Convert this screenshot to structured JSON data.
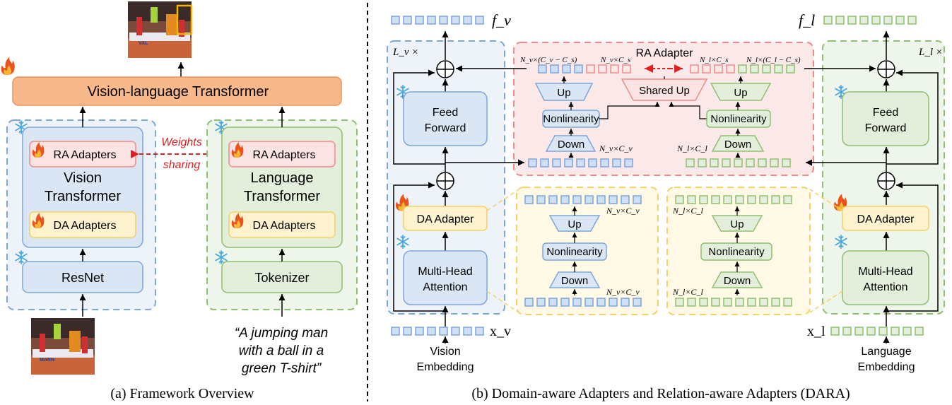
{
  "panel_a": {
    "caption": "(a) Framework Overview",
    "vl_transformer": "Vision-language Transformer",
    "weights_sharing_1": "Weights",
    "weights_sharing_2": "sharing",
    "vision": {
      "ra_adapters": "RA Adapters",
      "title_1": "Vision",
      "title_2": "Transformer",
      "da_adapters": "DA Adapters",
      "resnet": "ResNet"
    },
    "language": {
      "ra_adapters": "RA Adapters",
      "title_1": "Language",
      "title_2": "Transformer",
      "da_adapters": "DA Adapters",
      "tokenizer": "Tokenizer"
    },
    "query": [
      "“A jumping man",
      "with a ball in a",
      "green T-shirt”"
    ],
    "photo_text": [
      "VAL",
      "MARN"
    ]
  },
  "panel_b": {
    "caption": "(b) Domain-aware Adapters and Relation-aware Adapters (DARA)",
    "f_v": "f_v",
    "f_l": "f_l",
    "L_v": "L_v ×",
    "L_l": "L_l ×",
    "x_v": "x_v",
    "x_l": "x_l",
    "vision_embedding": [
      "Vision",
      "Embedding"
    ],
    "language_embedding": [
      "Language",
      "Embedding"
    ],
    "feed_forward": [
      "Feed",
      "Forward"
    ],
    "mha": [
      "Multi-Head",
      "Attention"
    ],
    "da_adapter": "DA Adapter",
    "ra_adapter_title": "RA Adapter",
    "up": "Up",
    "shared_up": "Shared Up",
    "nonlinearity": "Nonlinearity",
    "down": "Down",
    "dims": {
      "nv_cv_cs": "N_v×(C_v − C_s)",
      "nv_cs": "N_v×C_s",
      "nl_cs": "N_l×C_s",
      "nl_cl_cs": "N_l×(C_l − C_s)",
      "nv_cv": "N_v×C_v",
      "nl_cl": "N_l×C_l"
    }
  },
  "colors": {
    "blue_border": "#7ea6d8",
    "blue_fill": "#dae6f4",
    "green_border": "#8fbf73",
    "green_fill": "#e3efda",
    "yellow_border": "#f3d26a",
    "yellow_fill": "#fff3cf",
    "red_border": "#ef8a8a",
    "red_fill": "#fbe3e3",
    "orange_fill": "#f8b98a",
    "cv_blue": "#3b7dd8",
    "cs_red": "#e02020",
    "cl_green": "#7bb13c"
  }
}
